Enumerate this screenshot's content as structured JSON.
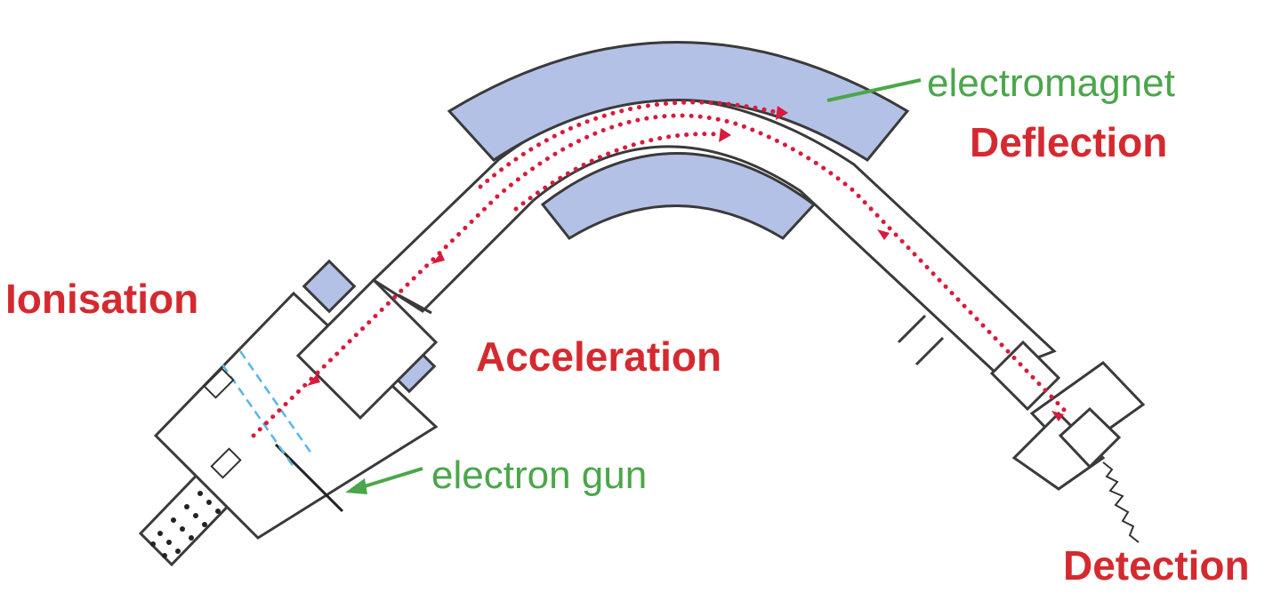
{
  "labels": {
    "ionisation": "Ionisation",
    "acceleration": "Acceleration",
    "deflection": "Deflection",
    "detection": "Detection",
    "electromagnet": "electromagnet",
    "electron_gun": "electron gun"
  },
  "colors": {
    "stage_label": "#d42a2f",
    "part_label": "#4aa64a",
    "magnet_fill": "#b4c1e6",
    "ion_beam": "#d81b3c",
    "outline": "#3a3a3a"
  }
}
